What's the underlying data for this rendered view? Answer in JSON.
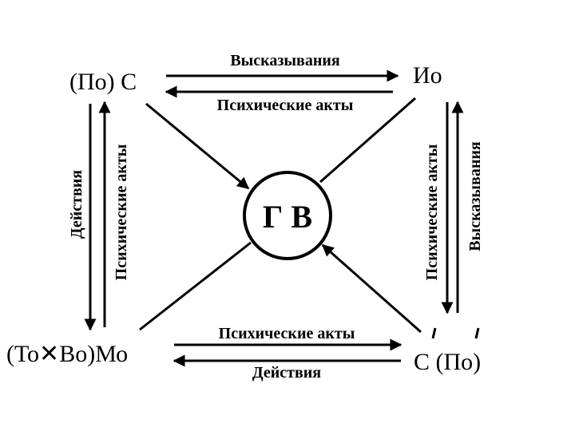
{
  "nodes": {
    "top_left": "(По) С",
    "top_right": "Ио",
    "bottom_left": "(То✕Во)Мо",
    "bottom_right": "С (По)",
    "center": "Г В"
  },
  "edges": {
    "top_forward": "Высказывания",
    "top_back": "Психические акты",
    "left_down": "Действия",
    "left_up": "Психические акты",
    "right_down": "Психические акты",
    "right_up": "Высказывания",
    "bottom_forward": "Психические акты",
    "bottom_back": "Действия"
  },
  "colors": {
    "ink": "#000000",
    "background": "#ffffff"
  }
}
